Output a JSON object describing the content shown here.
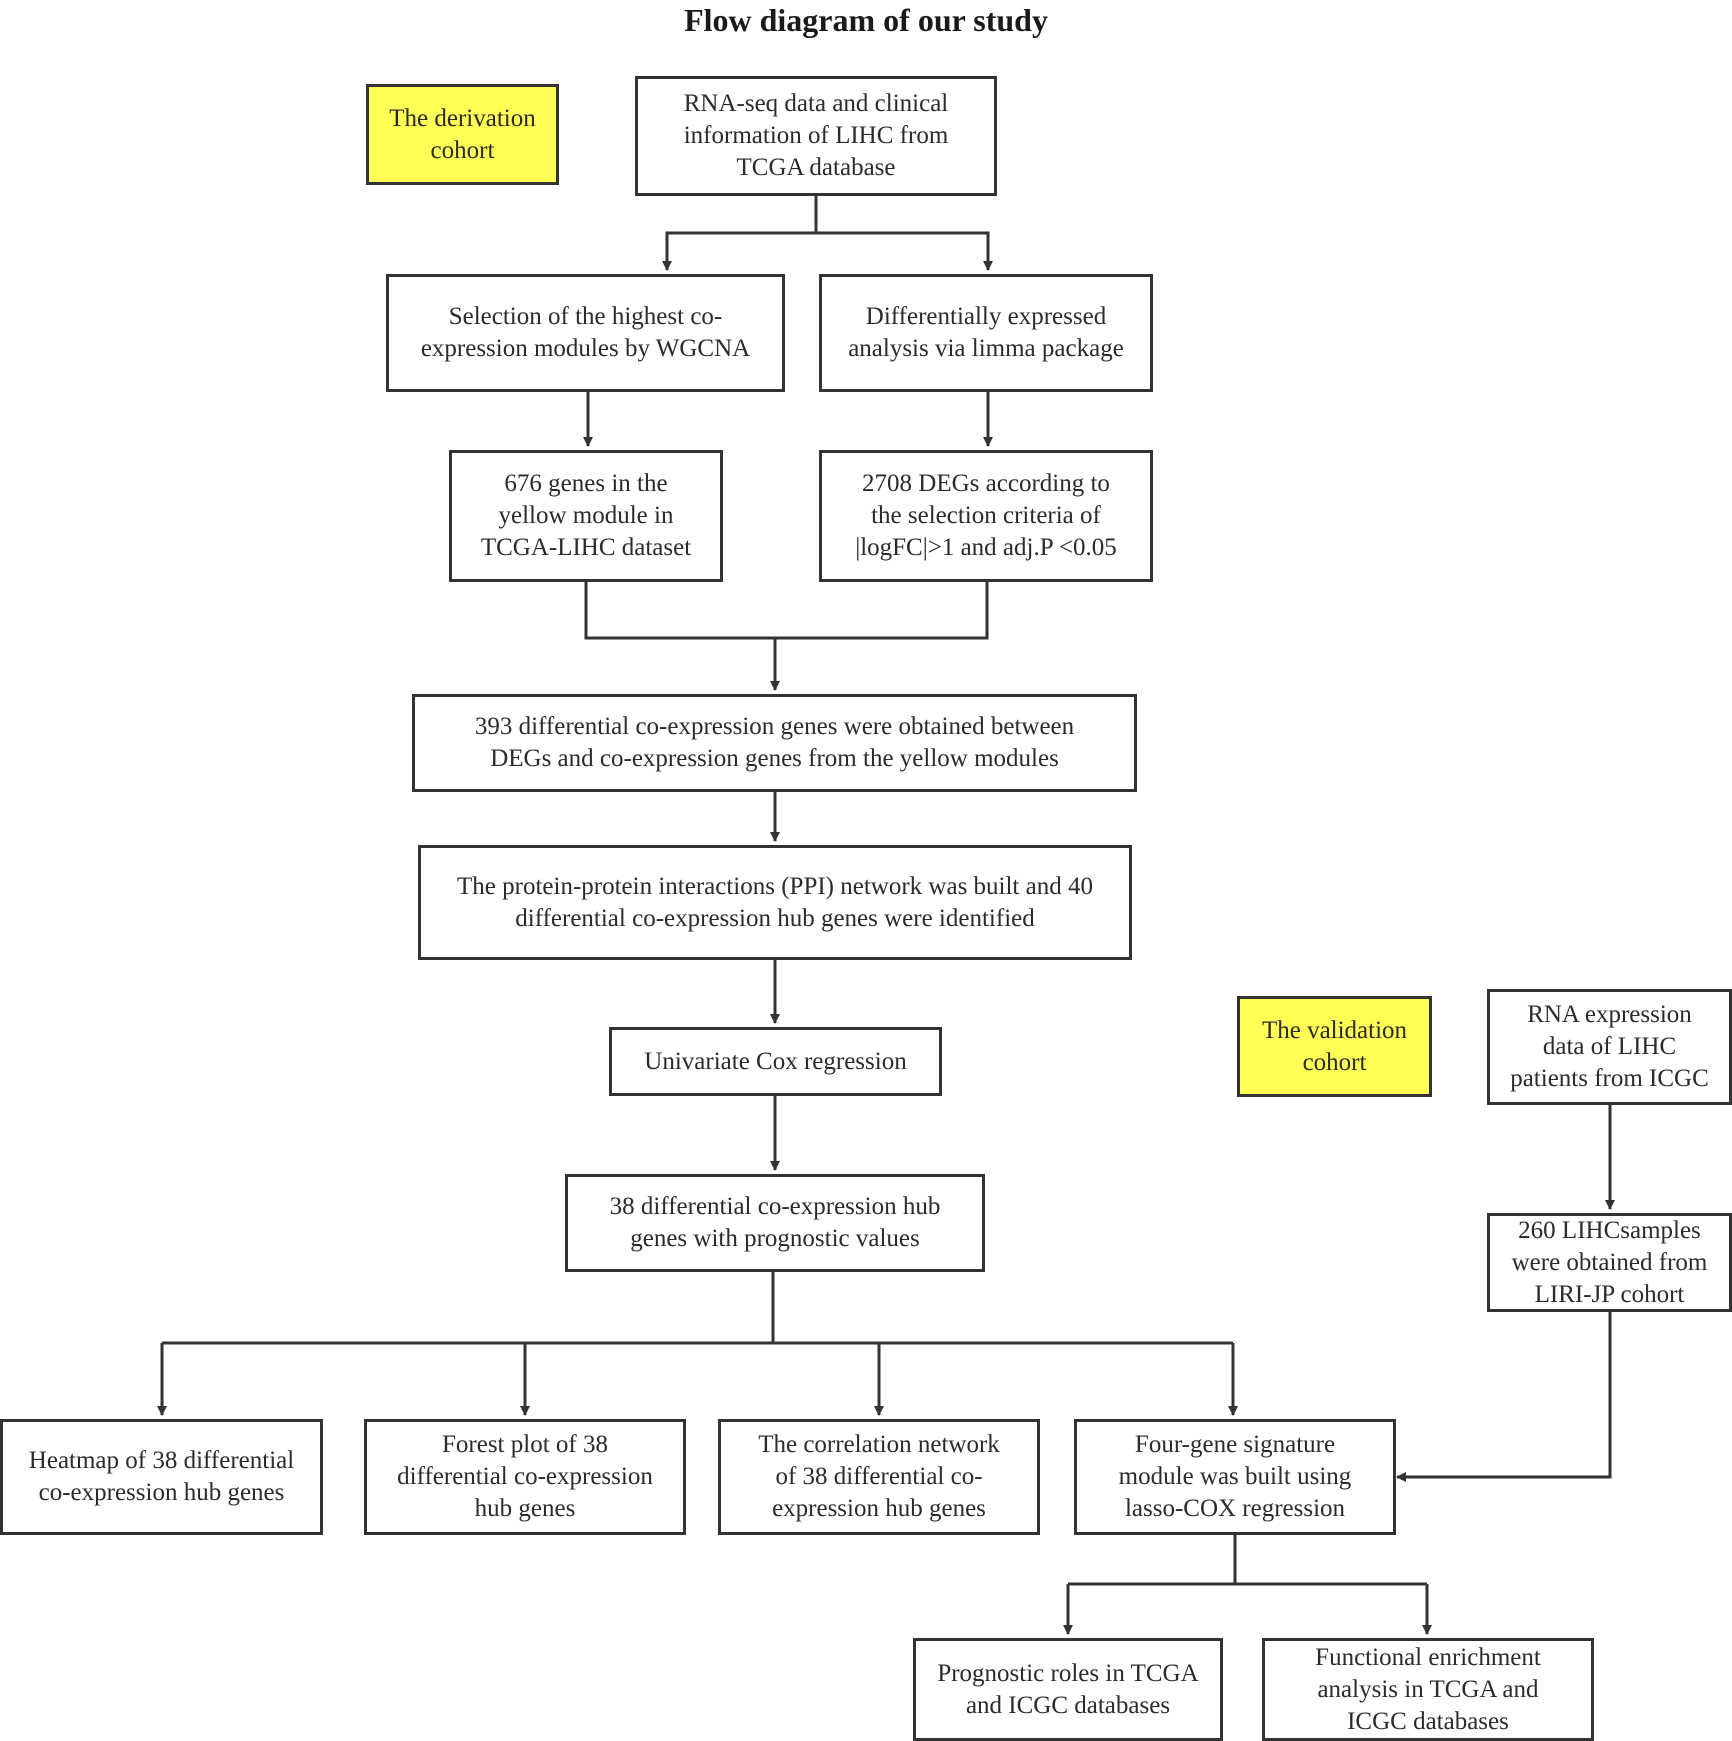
{
  "title": "Flow diagram of our study",
  "colors": {
    "line": "#333333",
    "cohort_label_fill": "#ffff55"
  },
  "labels": {
    "derivation": "The derivation\ncohort",
    "validation": "The validation\ncohort"
  },
  "nodes": {
    "tcga_data": "RNA-seq data and clinical\ninformation of LIHC from\nTCGA database",
    "wgcna": "Selection of the highest co-\nexpression modules by WGCNA",
    "limma": "Differentially expressed\nanalysis via limma package",
    "yellow_module": "676 genes in the\nyellow module in\nTCGA-LIHC dataset",
    "degs": "2708 DEGs according to\nthe selection criteria of\n|logFC|>1 and adj.P <0.05",
    "overlap": "393 differential co-expression genes were obtained between\nDEGs and  co-expression genes from the yellow modules",
    "ppi": "The protein-protein interactions (PPI) network was built and 40\ndifferential co-expression hub genes were identified",
    "univariate": "Univariate Cox regression",
    "prognostic_38": "38 differential co-expression hub\ngenes with prognostic values",
    "heatmap": "Heatmap of 38 differential\nco-expression hub genes",
    "forest": "Forest plot of 38\ndifferential co-expression\nhub genes",
    "correlation": "The correlation network\nof 38 differential co-\nexpression hub genes",
    "signature": "Four-gene signature\nmodule was built using\nlasso-COX regression",
    "prognostic_roles": "Prognostic roles in TCGA\nand ICGC databases",
    "enrichment": "Functional enrichment\nanalysis in TCGA and\nICGC databases",
    "icgc_data": "RNA expression\ndata of LIHC\npatients from ICGC",
    "liri_samples": "260 LIHCsamples\nwere obtained from\nLIRI-JP cohort"
  }
}
